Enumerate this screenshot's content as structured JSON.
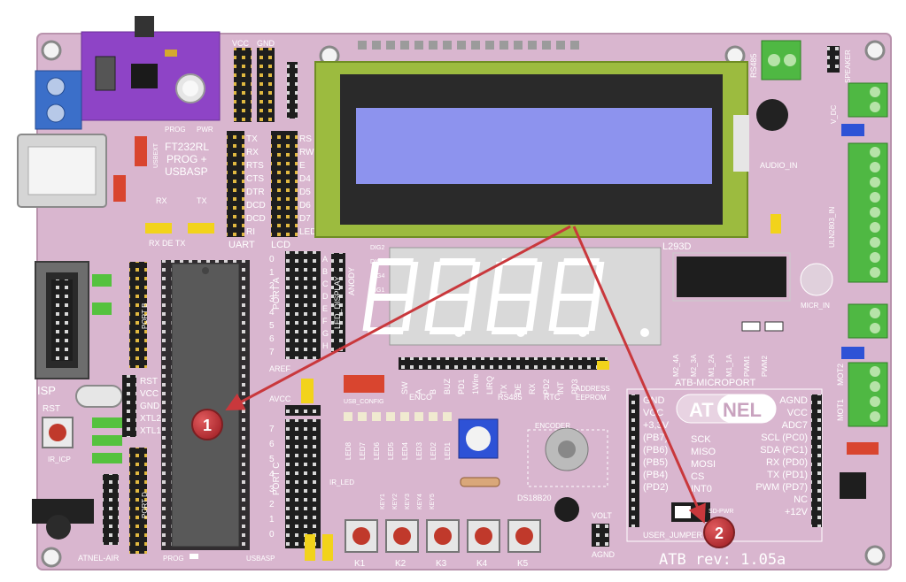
{
  "colors": {
    "pcb": "#d9b6cf",
    "pcb_dark": "#c79fbb",
    "lcd_bezel": "#9cbb3f",
    "lcd_screen": "#8d93ee",
    "lcd_frame": "#2a2a2a",
    "header_black": "#1e1e1e",
    "terminal_green": "#4fb843",
    "terminal_blue": "#3b6fc9",
    "jumper_yellow": "#f2d31b",
    "jumper_green": "#55c23e",
    "jumper_red": "#d9452f",
    "jumper_blue": "#2e52d6",
    "callout": "#c9383c",
    "module_purple": "#8e44c6"
  },
  "icons": [
    "callout-marker-1",
    "callout-marker-2",
    "pointer-arrow"
  ],
  "callouts": [
    {
      "id": "1",
      "label": "1"
    },
    {
      "id": "2",
      "label": "2"
    }
  ],
  "board": {
    "revision": "ATB rev: 1.05a",
    "module_label_1": "FT232RL",
    "module_label_2": "PROG +",
    "module_label_3": "USBASP",
    "lbl_prog": "PROG",
    "lbl_pwr": "PWR",
    "lbl_usbext": "USBEXT",
    "lbl_rx": "RX",
    "lbl_tx": "TX",
    "lbl_rx_de_tx": "RX DE TX",
    "lbl_isp": "ISP",
    "lbl_rst": "RST",
    "lbl_ir_icp": "IR_ICP",
    "lbl_atnel_air": "ATNEL-AIR",
    "lbl_vcc": "VCC",
    "lbl_gnd": "GND",
    "lbl_uart": "UART",
    "lbl_lcd": "LCD",
    "lbl_rs485": "RS485",
    "lbl_speaker": "SPEAKER",
    "lbl_audio_in": "AUDIO_IN",
    "lbl_l293d": "L293D",
    "lbl_ulm": "ULN2803_IN",
    "lbl_mot1": "MOT1",
    "lbl_mot2": "MOT2",
    "lbl_v_dc": "V_DC",
    "lbl_led_display": "LED_DISPLAY",
    "lbl_anody": "ANODY",
    "lbl_port_a": "PORT A",
    "lbl_port_c": "PORT C",
    "lbl_port_b": "PORT B",
    "lbl_port_d": "PORT D",
    "lbl_aref": "AREF",
    "lbl_avcc": "AVCC",
    "lbl_enco": "ENCO",
    "lbl_rs485_b": "RS485",
    "lbl_rtc": "RTC",
    "lbl_eeprom": "EEPROM",
    "lbl_address": "ADDRESS",
    "lbl_config": "USB_CONFIG",
    "lbl_atb_microport": "ATB-MICROPORT",
    "lbl_user_jumper": "USER_JUMPER",
    "lbl_sd_pwr": "SD-PWR",
    "lbl_ds18b20": "DS18B20",
    "lbl_volt": "VOLT",
    "lbl_agnd": "AGND",
    "lbl_ir_led": "IR_LED",
    "lbl_encoder": "ENCODER",
    "lbl_micr_in": "MICR_IN",
    "lbl_usbasp_b": "USBASP",
    "lbl_prog_b": "PROG",
    "logo_at": "AT",
    "logo_nel": "NEL",
    "uart_pins": [
      "TX",
      "RX",
      "RTS",
      "CTS",
      "DTR",
      "DCD",
      "DCD",
      "RI"
    ],
    "lcd_pins": [
      "RS",
      "RW",
      "E",
      "D4",
      "D5",
      "D6",
      "D7",
      "LED"
    ],
    "port_a_pins": [
      "0",
      "1",
      "2",
      "3",
      "4",
      "5",
      "6",
      "7"
    ],
    "port_c_pins": [
      "7",
      "6",
      "5",
      "4",
      "3",
      "2",
      "1",
      "0"
    ],
    "ctrl_pins": [
      "RST",
      "VCC",
      "GND",
      "XTL2",
      "XTL1"
    ],
    "seg_pins": [
      "A",
      "B",
      "C",
      "D",
      "E",
      "F",
      "G",
      "H"
    ],
    "dig_labels": [
      "DIG2",
      "DIG3",
      "DIG4",
      "DIG1"
    ],
    "microport_left": [
      "GND",
      "VCC",
      "+3,3V",
      "(PB7)",
      "(PB6)",
      "(PB5)",
      "(PB4)",
      "(PD2)"
    ],
    "microport_mid": [
      "SCK",
      "MISO",
      "MOSI",
      "CS",
      "INT0"
    ],
    "microport_right": [
      "AGND",
      "VCC",
      "ADC7",
      "SCL (PC0)",
      "SDA (PC1)",
      "RX (PD0)",
      "TX (PD1)",
      "PWM (PD7)",
      "NC",
      "+12V"
    ],
    "keys": [
      "K1",
      "K2",
      "K3",
      "K4",
      "K5"
    ],
    "key_labels": [
      "KEY1",
      "KEY2",
      "KEY3",
      "KEY4",
      "KEY5"
    ],
    "led_labels": [
      "LED8",
      "LED7",
      "LED6",
      "LED5",
      "LED4",
      "LED3",
      "LED2",
      "LED1"
    ],
    "periph_labels": [
      "SW",
      "A",
      "B",
      "BUZ",
      "PD1",
      "1Wire",
      "LIRQ",
      "TX",
      "DE",
      "RX",
      "PD2",
      "INT",
      "PD3"
    ],
    "motor_labels": [
      "M2_4A",
      "M2_3A",
      "M1_2A",
      "M1_1A",
      "PWM1",
      "PWM2"
    ],
    "lcd_header_count": 16
  }
}
